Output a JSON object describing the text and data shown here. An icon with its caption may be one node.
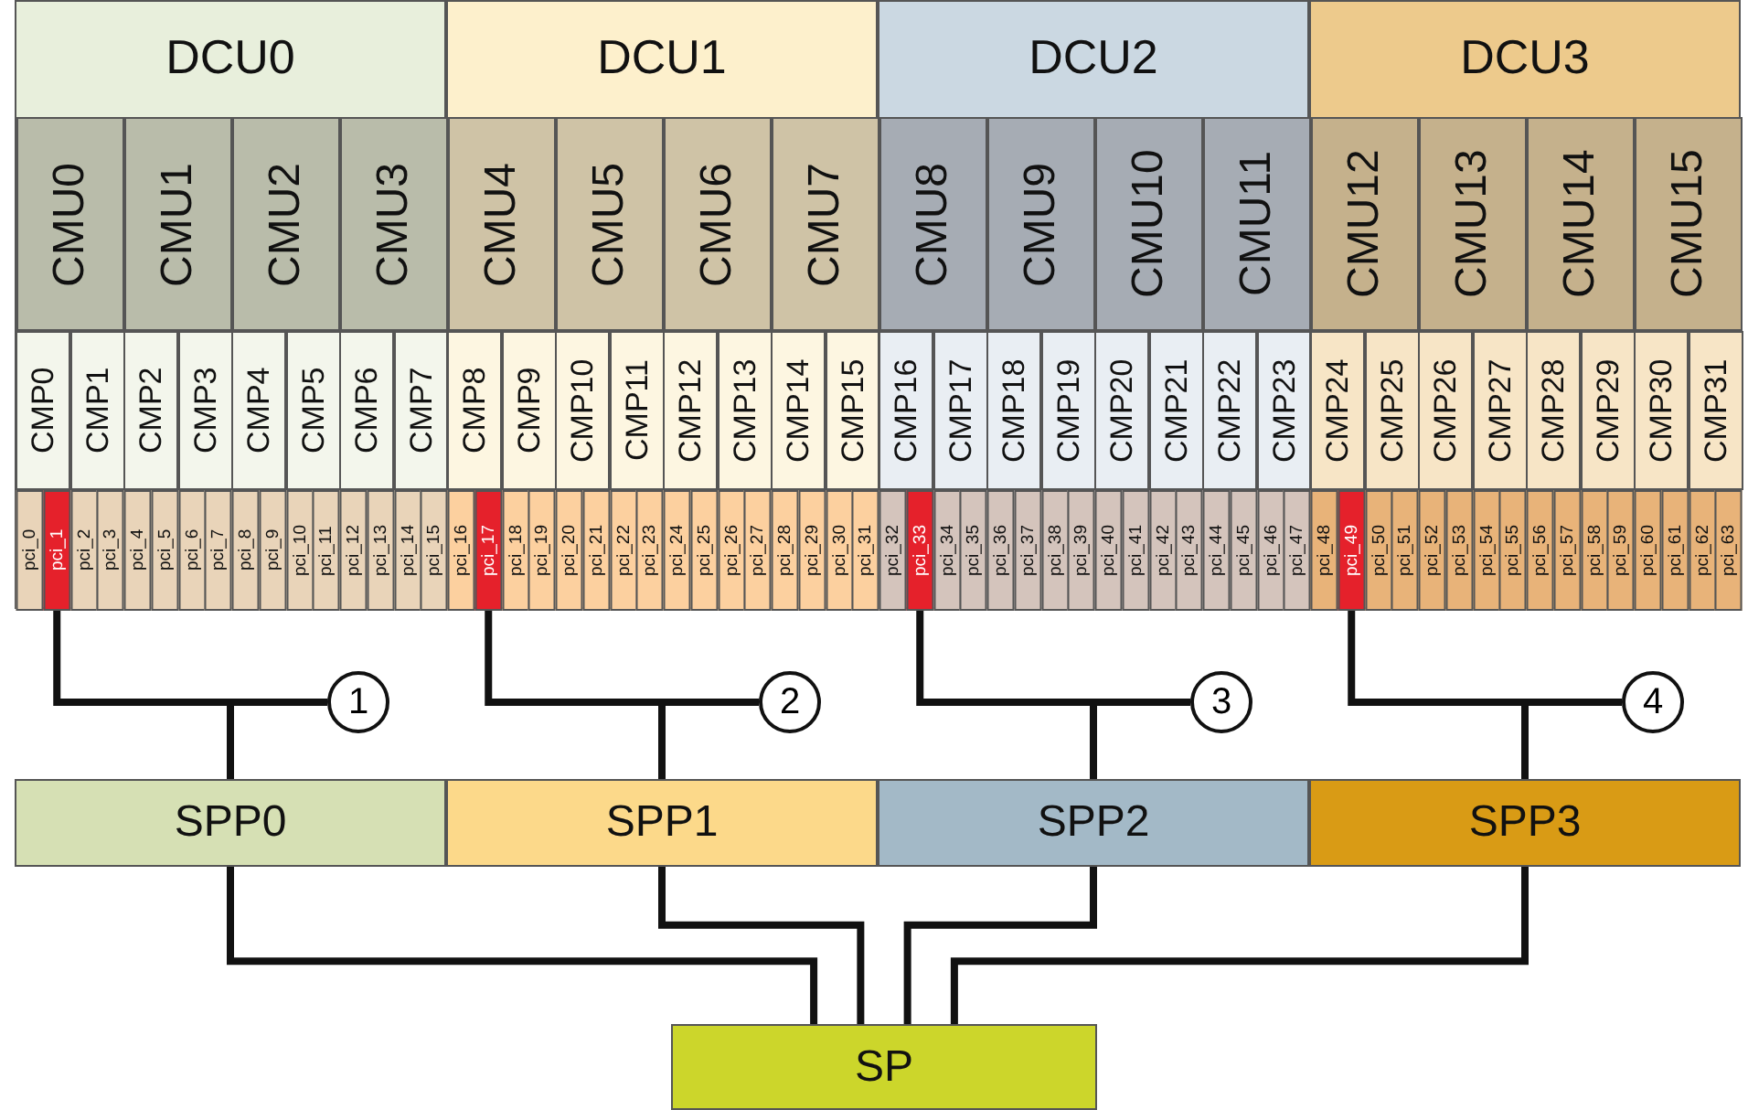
{
  "diagram": {
    "nodes": [
      {
        "text": [
          "DCU0"
        ]
      },
      {
        "text": [
          "CMU0"
        ],
        "in": 0
      },
      {
        "text": [
          "CMU1"
        ],
        "in": 0
      },
      {
        "text": [
          "CMU2"
        ],
        "in": 0
      },
      {
        "text": [
          "CMU3"
        ],
        "in": 0
      },
      {
        "text": [
          "CMP0"
        ],
        "in": 0
      },
      {
        "text": [
          "CMP1"
        ],
        "in": 0
      },
      {
        "text": [
          "CMP2"
        ],
        "in": 0
      },
      {
        "text": [
          "CMP3"
        ],
        "in": 0
      },
      {
        "text": [
          "CMP4"
        ],
        "in": 0
      },
      {
        "text": [
          "CMP5"
        ],
        "in": 0
      },
      {
        "text": [
          "CMP6"
        ],
        "in": 0
      },
      {
        "text": [
          "CMP7"
        ],
        "in": 0
      },
      {
        "text": [
          "pci_0"
        ],
        "in": 0
      },
      {
        "text": [
          "pci_1"
        ],
        "in": 0
      },
      {
        "text": [
          "pci_2"
        ],
        "in": 0
      },
      {
        "text": [
          "pci_3"
        ],
        "in": 0
      },
      {
        "text": [
          "pci_4"
        ],
        "in": 0
      },
      {
        "text": [
          "pci_5"
        ],
        "in": 0
      },
      {
        "text": [
          "pci_6"
        ],
        "in": 0
      },
      {
        "text": [
          "pci_7"
        ],
        "in": 0
      },
      {
        "text": [
          "pci_8"
        ],
        "in": 0
      },
      {
        "text": [
          "pci_9"
        ],
        "in": 0
      },
      {
        "text": [
          "pci_10"
        ],
        "in": 0
      },
      {
        "text": [
          "pci_11"
        ],
        "in": 0
      },
      {
        "text": [
          "pci_12"
        ],
        "in": 0
      },
      {
        "text": [
          "pci_13"
        ],
        "in": 0
      },
      {
        "text": [
          "pci_14"
        ],
        "in": 0
      },
      {
        "text": [
          "pci_15"
        ],
        "in": 0
      },
      {
        "text": [
          "DCU1"
        ]
      },
      {
        "text": [
          "CMU4"
        ],
        "in": 29
      },
      {
        "text": [
          "CMU5"
        ],
        "in": 29
      },
      {
        "text": [
          "CMU6"
        ],
        "in": 29
      },
      {
        "text": [
          "CMU7"
        ],
        "in": 29
      },
      {
        "text": [
          "CMP8"
        ],
        "in": 29
      },
      {
        "text": [
          "CMP9"
        ],
        "in": 29
      },
      {
        "text": [
          "CMP10"
        ],
        "in": 29
      },
      {
        "text": [
          "CMP11"
        ],
        "in": 29
      },
      {
        "text": [
          "CMP12"
        ],
        "in": 29
      },
      {
        "text": [
          "CMP13"
        ],
        "in": 29
      },
      {
        "text": [
          "CMP14"
        ],
        "in": 29
      },
      {
        "text": [
          "CMP15"
        ],
        "in": 29
      },
      {
        "text": [
          "pci_16"
        ],
        "in": 29
      },
      {
        "text": [
          "pci_17"
        ],
        "in": 29
      },
      {
        "text": [
          "pci_18"
        ],
        "in": 29
      },
      {
        "text": [
          "pci_19"
        ],
        "in": 29
      },
      {
        "text": [
          "pci_20"
        ],
        "in": 29
      },
      {
        "text": [
          "pci_21"
        ],
        "in": 29
      },
      {
        "text": [
          "pci_22"
        ],
        "in": 29
      },
      {
        "text": [
          "pci_23"
        ],
        "in": 29
      },
      {
        "text": [
          "pci_24"
        ],
        "in": 29
      },
      {
        "text": [
          "pci_25"
        ],
        "in": 29
      },
      {
        "text": [
          "pci_26"
        ],
        "in": 29
      },
      {
        "text": [
          "pci_27"
        ],
        "in": 29
      },
      {
        "text": [
          "pci_28"
        ],
        "in": 29
      },
      {
        "text": [
          "pci_29"
        ],
        "in": 29
      },
      {
        "text": [
          "pci_30"
        ],
        "in": 29
      },
      {
        "text": [
          "pci_31"
        ],
        "in": 29
      },
      {
        "text": [
          "DCU2"
        ]
      },
      {
        "text": [
          "CMU8"
        ],
        "in": 58
      },
      {
        "text": [
          "CMU9"
        ],
        "in": 58
      },
      {
        "text": [
          "CMU10"
        ],
        "in": 58
      },
      {
        "text": [
          "CMU11"
        ],
        "in": 58
      },
      {
        "text": [
          "CMP16"
        ],
        "in": 58
      },
      {
        "text": [
          "CMP17"
        ],
        "in": 58
      },
      {
        "text": [
          "CMP18"
        ],
        "in": 58
      },
      {
        "text": [
          "CMP19"
        ],
        "in": 58
      },
      {
        "text": [
          "CMP20"
        ],
        "in": 58
      },
      {
        "text": [
          "CMP21"
        ],
        "in": 58
      },
      {
        "text": [
          "CMP22"
        ],
        "in": 58
      },
      {
        "text": [
          "CMP23"
        ],
        "in": 58
      },
      {
        "text": [
          "pci_32"
        ],
        "in": 58
      },
      {
        "text": [
          "pci_33"
        ],
        "in": 58
      },
      {
        "text": [
          "pci_34"
        ],
        "in": 58
      },
      {
        "text": [
          "pci_35"
        ],
        "in": 58
      },
      {
        "text": [
          "pci_36"
        ],
        "in": 58
      },
      {
        "text": [
          "pci_37"
        ],
        "in": 58
      },
      {
        "text": [
          "pci_38"
        ],
        "in": 58
      },
      {
        "text": [
          "pci_39"
        ],
        "in": 58
      },
      {
        "text": [
          "pci_40"
        ],
        "in": 58
      },
      {
        "text": [
          "pci_41"
        ],
        "in": 58
      },
      {
        "text": [
          "pci_42"
        ],
        "in": 58
      },
      {
        "text": [
          "pci_43"
        ],
        "in": 58
      },
      {
        "text": [
          "pci_44"
        ],
        "in": 58
      },
      {
        "text": [
          "pci_45"
        ],
        "in": 58
      },
      {
        "text": [
          "pci_46"
        ],
        "in": 58
      },
      {
        "text": [
          "pci_47"
        ],
        "in": 58
      },
      {
        "text": [
          "DCU3"
        ]
      },
      {
        "text": [
          "CMU12"
        ],
        "in": 87
      },
      {
        "text": [
          "CMU13"
        ],
        "in": 87
      },
      {
        "text": [
          "CMU14"
        ],
        "in": 87
      },
      {
        "text": [
          "CMU15"
        ],
        "in": 87
      },
      {
        "text": [
          "CMP24"
        ],
        "in": 87
      },
      {
        "text": [
          "CMP25"
        ],
        "in": 87
      },
      {
        "text": [
          "CMP26"
        ],
        "in": 87
      },
      {
        "text": [
          "CMP27"
        ],
        "in": 87
      },
      {
        "text": [
          "CMP28"
        ],
        "in": 87
      },
      {
        "text": [
          "CMP29"
        ],
        "in": 87
      },
      {
        "text": [
          "CMP30"
        ],
        "in": 87
      },
      {
        "text": [
          "CMP31"
        ],
        "in": 87
      },
      {
        "text": [
          "pci_48"
        ],
        "in": 87
      },
      {
        "text": [
          "pci_49"
        ],
        "in": 87
      },
      {
        "text": [
          "pci_50"
        ],
        "in": 87
      },
      {
        "text": [
          "pci_51"
        ],
        "in": 87
      },
      {
        "text": [
          "pci_52"
        ],
        "in": 87
      },
      {
        "text": [
          "pci_53"
        ],
        "in": 87
      },
      {
        "text": [
          "pci_54"
        ],
        "in": 87
      },
      {
        "text": [
          "pci_55"
        ],
        "in": 87
      },
      {
        "text": [
          "pci_56"
        ],
        "in": 87
      },
      {
        "text": [
          "pci_57"
        ],
        "in": 87
      },
      {
        "text": [
          "pci_58"
        ],
        "in": 87
      },
      {
        "text": [
          "pci_59"
        ],
        "in": 87
      },
      {
        "text": [
          "pci_60"
        ],
        "in": 87
      },
      {
        "text": [
          "pci_61"
        ],
        "in": 87
      },
      {
        "text": [
          "pci_62"
        ],
        "in": 87
      },
      {
        "text": [
          "pci_63"
        ],
        "in": 87
      },
      {
        "text": [
          "SPP0"
        ]
      },
      {
        "text": [
          "SPP1"
        ]
      },
      {
        "text": [
          "SPP2"
        ]
      },
      {
        "text": [
          "SPP3"
        ]
      },
      {
        "text": [
          "SP"
        ]
      }
    ],
    "edges": [
      {
        "from": 14,
        "to": 116,
        "arrow": "none",
        "label": "1"
      },
      {
        "from": 43,
        "to": 117,
        "arrow": "none",
        "label": "2"
      },
      {
        "from": 72,
        "to": 118,
        "arrow": "none",
        "label": "3"
      },
      {
        "from": 101,
        "to": 119,
        "arrow": "none",
        "label": "4"
      },
      {
        "from": 116,
        "to": 120,
        "arrow": "none"
      },
      {
        "from": 117,
        "to": 120,
        "arrow": "none"
      },
      {
        "from": 118,
        "to": 120,
        "arrow": "none"
      },
      {
        "from": 119,
        "to": 120,
        "arrow": "none"
      }
    ]
  }
}
